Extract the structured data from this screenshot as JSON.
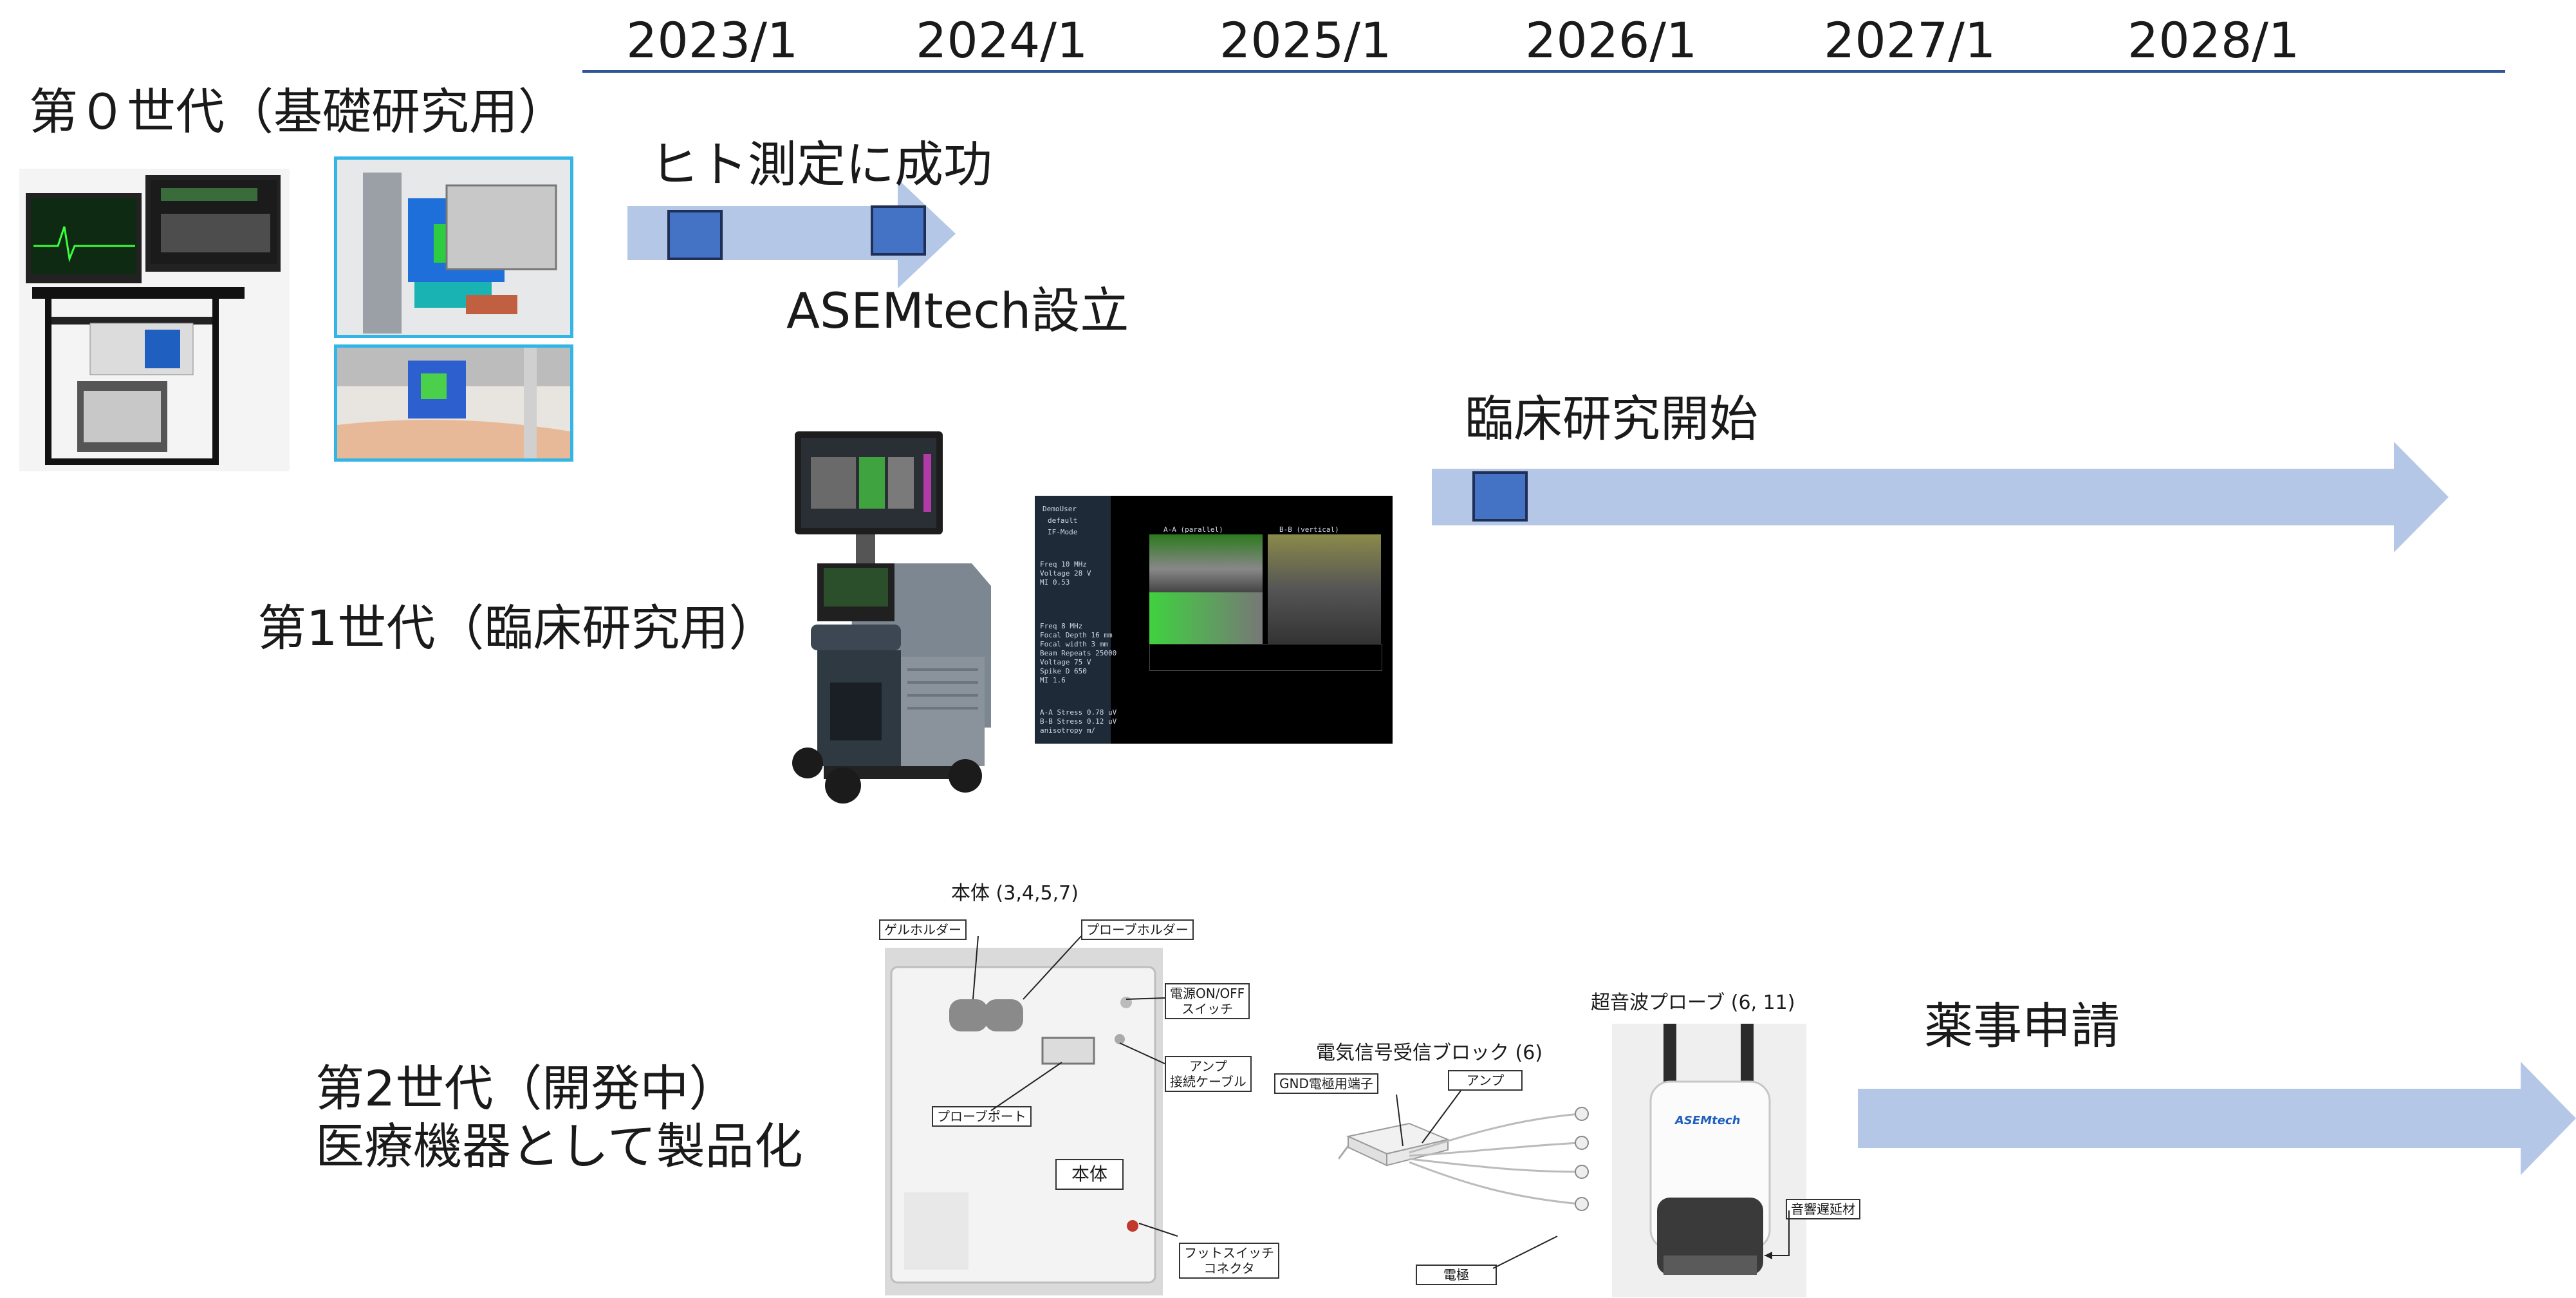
{
  "timeline": {
    "years": [
      "2023/1",
      "2024/1",
      "2025/1",
      "2026/1",
      "2027/1",
      "2028/1"
    ],
    "axis_color": "#2f5597",
    "arrow_color": "#b4c7e7",
    "marker_color": "#4472c4"
  },
  "gen0": {
    "title": "第０世代（基礎研究用）",
    "milestone_top": "ヒト測定に成功",
    "milestone_bottom": "ASEMtech設立"
  },
  "gen1": {
    "title": "第1世代（臨床研究用）",
    "milestone": "臨床研究開始",
    "screen": {
      "user": "DemoUser",
      "profile": "default",
      "mode": "IF-Mode",
      "panel_a": "A-A (parallel)",
      "panel_b": "B-B (vertical)",
      "params1": [
        "Freq 10 MHz",
        "Voltage 28 V",
        "MI 0.53"
      ],
      "params2": [
        "Freq 8 MHz",
        "Focal Depth 16 mm",
        "Focal width 3 mm",
        "Beam Repeats 25000",
        "Voltage 75 V",
        "Spike D 650",
        "MI 1.6"
      ],
      "results": [
        "A-A Stress 0.78 uV",
        "B-B Stress 0.12 uV",
        "anisotropy m/"
      ]
    }
  },
  "gen2": {
    "title_line1": "第2世代（開発中）",
    "title_line2": "医療機器として製品化",
    "milestone": "薬事申請",
    "main_unit_caption": "本体 (3,4,5,7)",
    "main_unit_label": "本体",
    "gel_holder": "ゲルホルダー",
    "probe_holder": "プローブホルダー",
    "power_switch_1": "電源ON/OFF",
    "power_switch_2": "スイッチ",
    "amp_cable_1": "アンプ",
    "amp_cable_2": "接続ケーブル",
    "probe_port": "プローブポート",
    "foot_switch_1": "フットスイッチ",
    "foot_switch_2": "コネクタ",
    "receiver_caption": "電気信号受信ブロック (6)",
    "gnd_terminal": "GND電極用端子",
    "amp": "アンプ",
    "electrode": "電極",
    "probe_caption": "超音波プローブ (6, 11)",
    "probe_brand": "ASEMtech",
    "delay_material": "音響遅延材"
  }
}
